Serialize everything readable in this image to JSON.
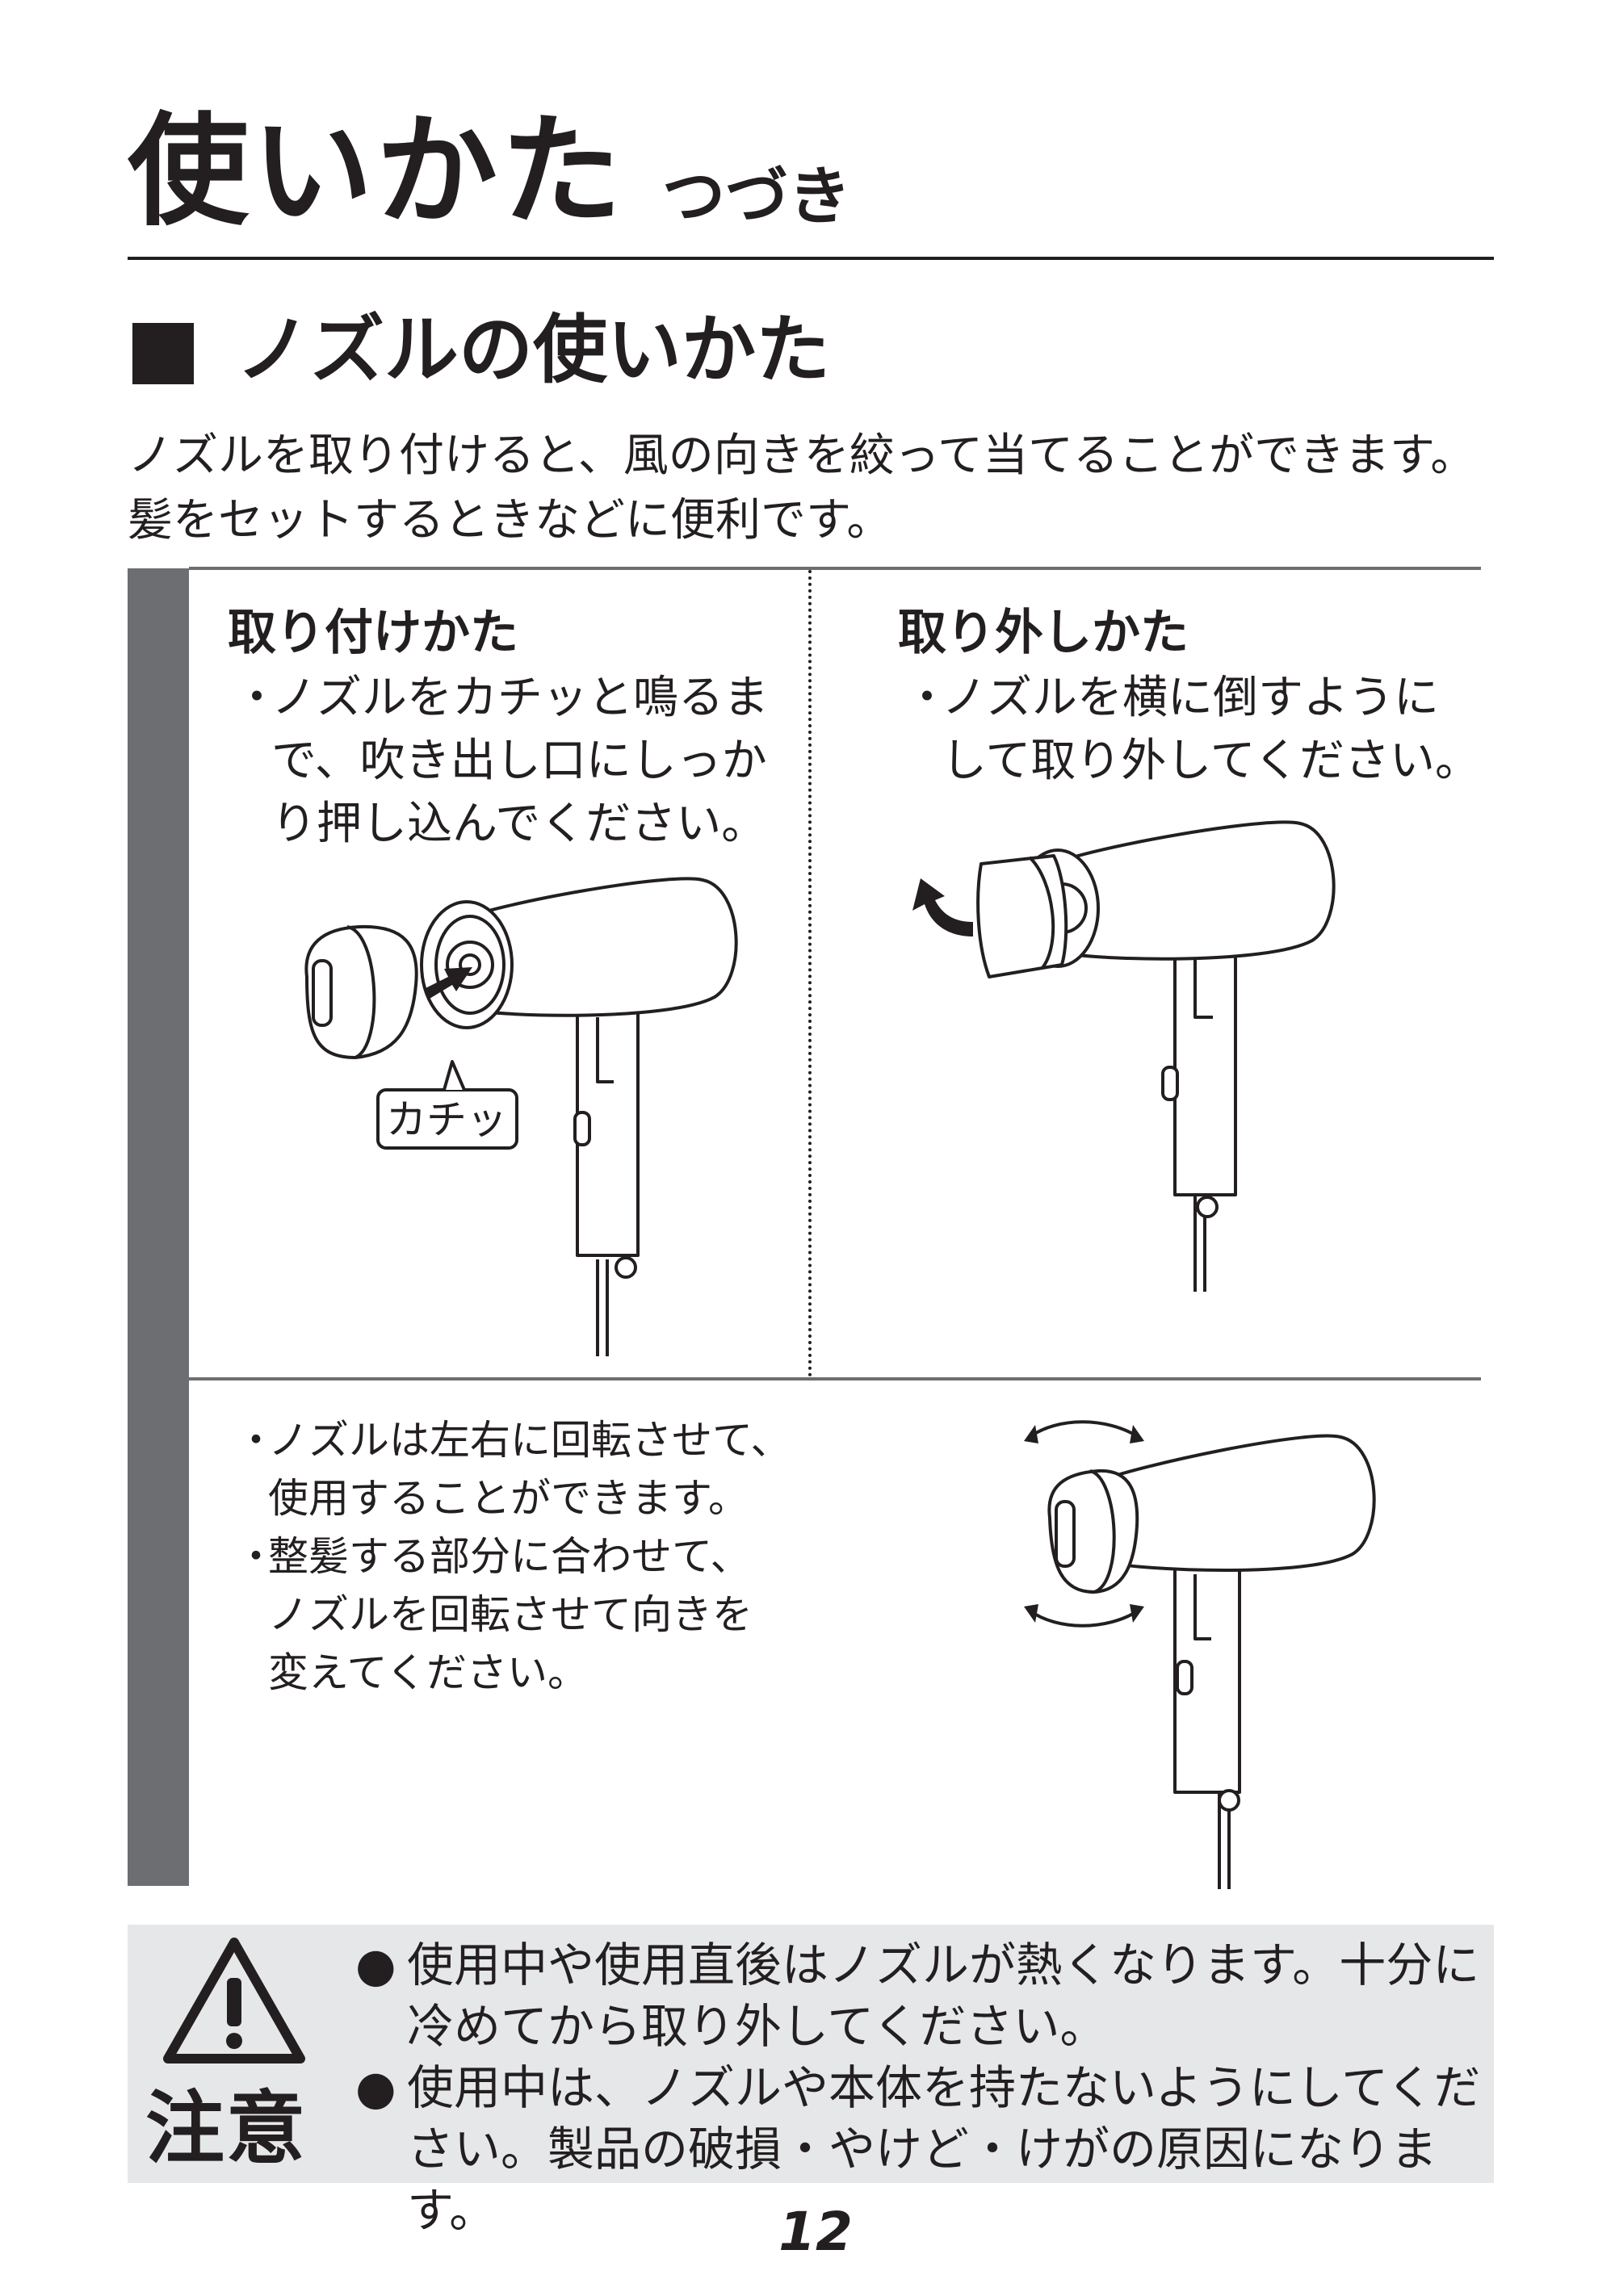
{
  "header": {
    "title": "使いかた",
    "subtitle": "つづき"
  },
  "section": {
    "title": "ノズルの使いかた",
    "intro_lines": [
      "ノズルを取り付けると、風の向きを絞って当てることができます。",
      "髪をセットするときなどに便利です。"
    ]
  },
  "attach": {
    "title": "取り付けかた",
    "bullet": "・",
    "lines": [
      "ノズルをカチッと鳴るま",
      "で、吹き出し口にしっか",
      "り押し込んでください。"
    ],
    "callout": "カチッ"
  },
  "detach": {
    "title": "取り外しかた",
    "bullet": "・",
    "lines": [
      "ノズルを横に倒すように",
      "して取り外してください。"
    ]
  },
  "rotate": {
    "bullet": "・",
    "items": [
      {
        "lines": [
          "ノズルは左右に回転させて、",
          "使用することができます。"
        ]
      },
      {
        "lines": [
          "整髪する部分に合わせて、",
          "ノズルを回転させて向きを",
          "変えてください。"
        ]
      }
    ]
  },
  "caution": {
    "label": "注意",
    "icon": "warning-triangle-icon",
    "dot": "●",
    "items": [
      {
        "lines": [
          "使用中や使用直後はノズルが熱くなります。十分に",
          "冷めてから取り外してください。"
        ]
      },
      {
        "lines": [
          "使用中は、ノズルや本体を持たないようにしてくだ",
          "さい。製品の破損・やけど・けがの原因になります。"
        ]
      }
    ]
  },
  "footer": {
    "page_number": "12"
  },
  "colors": {
    "text": "#231f20",
    "bar": "#6d6e71",
    "caution_bg": "#e6e7e8"
  }
}
